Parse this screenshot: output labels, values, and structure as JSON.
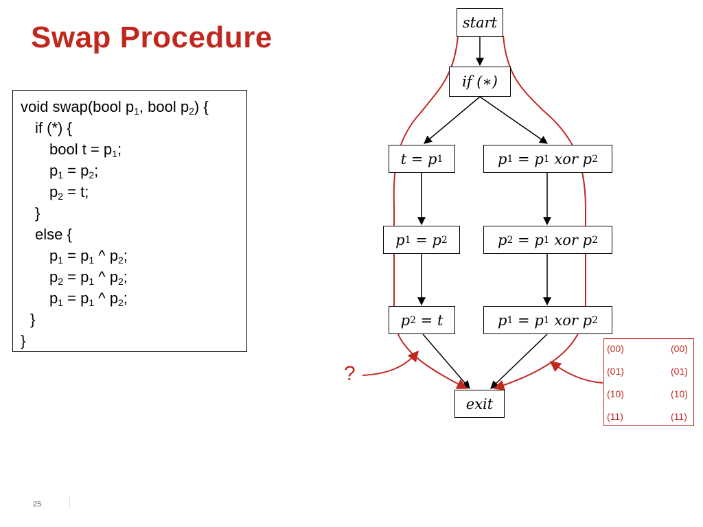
{
  "slide": {
    "title": "Swap Procedure",
    "page_number": "25"
  },
  "code": {
    "lines": [
      {
        "text": "void swap(bool p",
        "parts": [
          "void swap(bool p",
          "1",
          ", bool p",
          "2",
          ") {"
        ]
      },
      {
        "parts": [
          "if (*) {"
        ]
      },
      {
        "parts": [
          "bool t = p",
          "1",
          ";"
        ]
      },
      {
        "parts": [
          "p",
          "1",
          " = p",
          "2",
          ";"
        ]
      },
      {
        "parts": [
          "p",
          "2",
          " = t;"
        ]
      },
      {
        "parts": [
          "}"
        ]
      },
      {
        "parts": [
          "else {"
        ]
      },
      {
        "parts": [
          "p",
          "1",
          " = p",
          "1",
          " ^ p",
          "2",
          ";"
        ]
      },
      {
        "parts": [
          "p",
          "2",
          " = p",
          "1",
          " ^ p",
          "2",
          ";"
        ]
      },
      {
        "parts": [
          "p",
          "1",
          " = p",
          "1",
          " ^ p",
          "2",
          ";"
        ]
      },
      {
        "parts": [
          "}"
        ]
      },
      {
        "parts": [
          "}"
        ]
      }
    ]
  },
  "flow": {
    "start": "start",
    "if": "if (∗)",
    "left": {
      "n1": {
        "lhs": "t",
        "rhs": "p",
        "rhs_sub": "1"
      },
      "n2": {
        "lhs": "p",
        "lhs_sub": "1",
        "rhs": "p",
        "rhs_sub": "2"
      },
      "n3": {
        "lhs": "p",
        "lhs_sub": "2",
        "rhs": "t"
      }
    },
    "right": {
      "n1": {
        "lhs": "p",
        "lhs_sub": "1",
        "a": "p",
        "a_sub": "1",
        "op": "xor",
        "b": "p",
        "b_sub": "2"
      },
      "n2": {
        "lhs": "p",
        "lhs_sub": "2",
        "a": "p",
        "a_sub": "1",
        "op": "xor",
        "b": "p",
        "b_sub": "2"
      },
      "n3": {
        "lhs": "p",
        "lhs_sub": "1",
        "a": "p",
        "a_sub": "1",
        "op": "xor",
        "b": "p",
        "b_sub": "2"
      }
    },
    "exit": "exit",
    "question": "?"
  },
  "truth_table": {
    "rows": [
      {
        "from": "(00)",
        "to": "(00)"
      },
      {
        "from": "(01)",
        "to": "(01)"
      },
      {
        "from": "(10)",
        "to": "(10)"
      },
      {
        "from": "(11)",
        "to": "(11)"
      }
    ]
  },
  "colors": {
    "accent": "#c0281e",
    "stroke": "#000000"
  }
}
